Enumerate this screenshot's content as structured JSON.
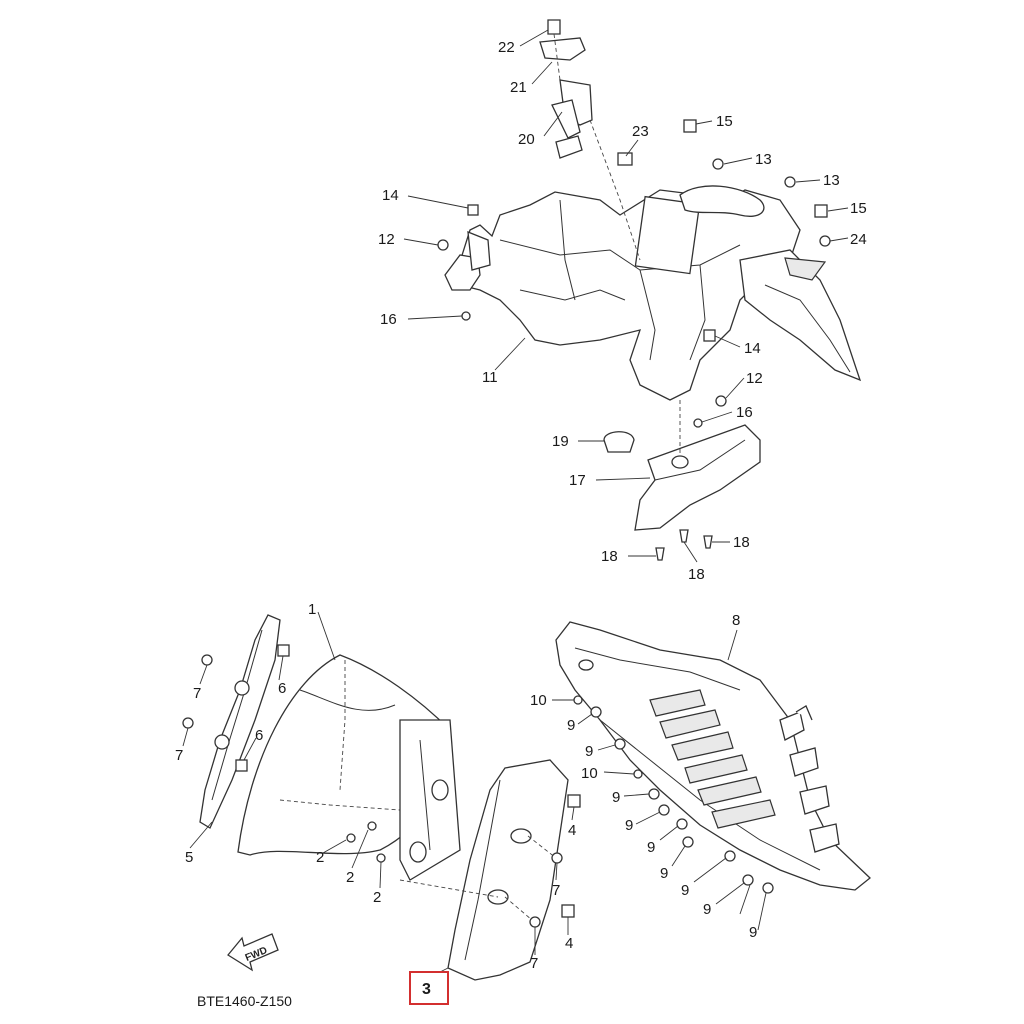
{
  "diagram": {
    "code": "BTE1460-Z150",
    "highlighted_part": "3",
    "fwd_label": "FWD",
    "callouts_upper": [
      {
        "id": "c22",
        "label": "22"
      },
      {
        "id": "c21",
        "label": "21"
      },
      {
        "id": "c20",
        "label": "20"
      },
      {
        "id": "c23",
        "label": "23"
      },
      {
        "id": "c15a",
        "label": "15"
      },
      {
        "id": "c13a",
        "label": "13"
      },
      {
        "id": "c13b",
        "label": "13"
      },
      {
        "id": "c15b",
        "label": "15"
      },
      {
        "id": "c24",
        "label": "24"
      },
      {
        "id": "c14a",
        "label": "14"
      },
      {
        "id": "c12a",
        "label": "12"
      },
      {
        "id": "c16a",
        "label": "16"
      },
      {
        "id": "c11",
        "label": "11"
      },
      {
        "id": "c14b",
        "label": "14"
      },
      {
        "id": "c12b",
        "label": "12"
      },
      {
        "id": "c16b",
        "label": "16"
      },
      {
        "id": "c19",
        "label": "19"
      },
      {
        "id": "c17",
        "label": "17"
      },
      {
        "id": "c18a",
        "label": "18"
      },
      {
        "id": "c18b",
        "label": "18"
      },
      {
        "id": "c18c",
        "label": "18"
      }
    ],
    "callouts_lower": [
      {
        "id": "c1",
        "label": "1"
      },
      {
        "id": "c7a",
        "label": "7"
      },
      {
        "id": "c6a",
        "label": "6"
      },
      {
        "id": "c7b",
        "label": "7"
      },
      {
        "id": "c6b",
        "label": "6"
      },
      {
        "id": "c5",
        "label": "5"
      },
      {
        "id": "c2a",
        "label": "2"
      },
      {
        "id": "c2b",
        "label": "2"
      },
      {
        "id": "c2c",
        "label": "2"
      },
      {
        "id": "c4a",
        "label": "4"
      },
      {
        "id": "c7c",
        "label": "7"
      },
      {
        "id": "c4b",
        "label": "4"
      },
      {
        "id": "c7d",
        "label": "7"
      },
      {
        "id": "c8",
        "label": "8"
      },
      {
        "id": "c10a",
        "label": "10"
      },
      {
        "id": "c9a",
        "label": "9"
      },
      {
        "id": "c9b",
        "label": "9"
      },
      {
        "id": "c10b",
        "label": "10"
      },
      {
        "id": "c9c",
        "label": "9"
      },
      {
        "id": "c9d",
        "label": "9"
      },
      {
        "id": "c9e",
        "label": "9"
      },
      {
        "id": "c9f",
        "label": "9"
      },
      {
        "id": "c9g",
        "label": "9"
      },
      {
        "id": "c9h",
        "label": "9"
      },
      {
        "id": "c9i",
        "label": "9"
      }
    ]
  }
}
